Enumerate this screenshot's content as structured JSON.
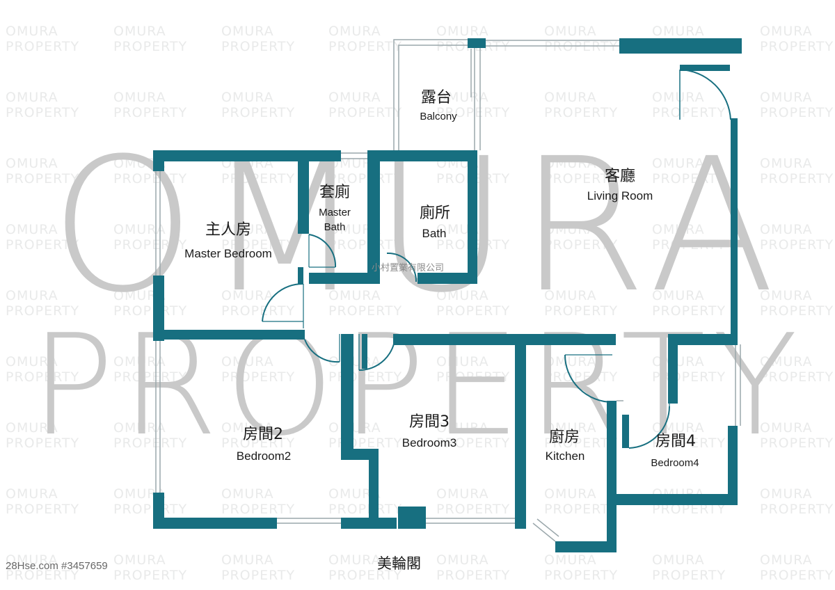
{
  "watermark": {
    "brand_line1": "OMURA",
    "brand_line2": "PROPERTY"
  },
  "rooms": {
    "balcony": {
      "zh": "露台",
      "en": "Balcony"
    },
    "living_room": {
      "zh": "客廳",
      "en": "Living Room"
    },
    "master_bedroom": {
      "zh": "主人房",
      "en": "Master Bedroom"
    },
    "master_bath": {
      "zh": "套廁",
      "en_line1": "Master",
      "en_line2": "Bath"
    },
    "bath": {
      "zh": "廁所",
      "en": "Bath"
    },
    "bedroom2": {
      "zh": "房間2",
      "en": "Bedroom2"
    },
    "bedroom3": {
      "zh": "房間3",
      "en": "Bedroom3"
    },
    "kitchen": {
      "zh": "廚房",
      "en": "Kitchen"
    },
    "bedroom4": {
      "zh": "房間4",
      "en": "Bedroom4"
    }
  },
  "company_name": "小村置業有限公司",
  "estate_name": "美輪閣",
  "listing_ref": "28Hse.com #3457659",
  "colors": {
    "wall": "#176f80",
    "window": "#9aa7ab",
    "door": "#176f80",
    "watermark_big": "#c9c9c9",
    "watermark_small": "#e9eaea"
  }
}
